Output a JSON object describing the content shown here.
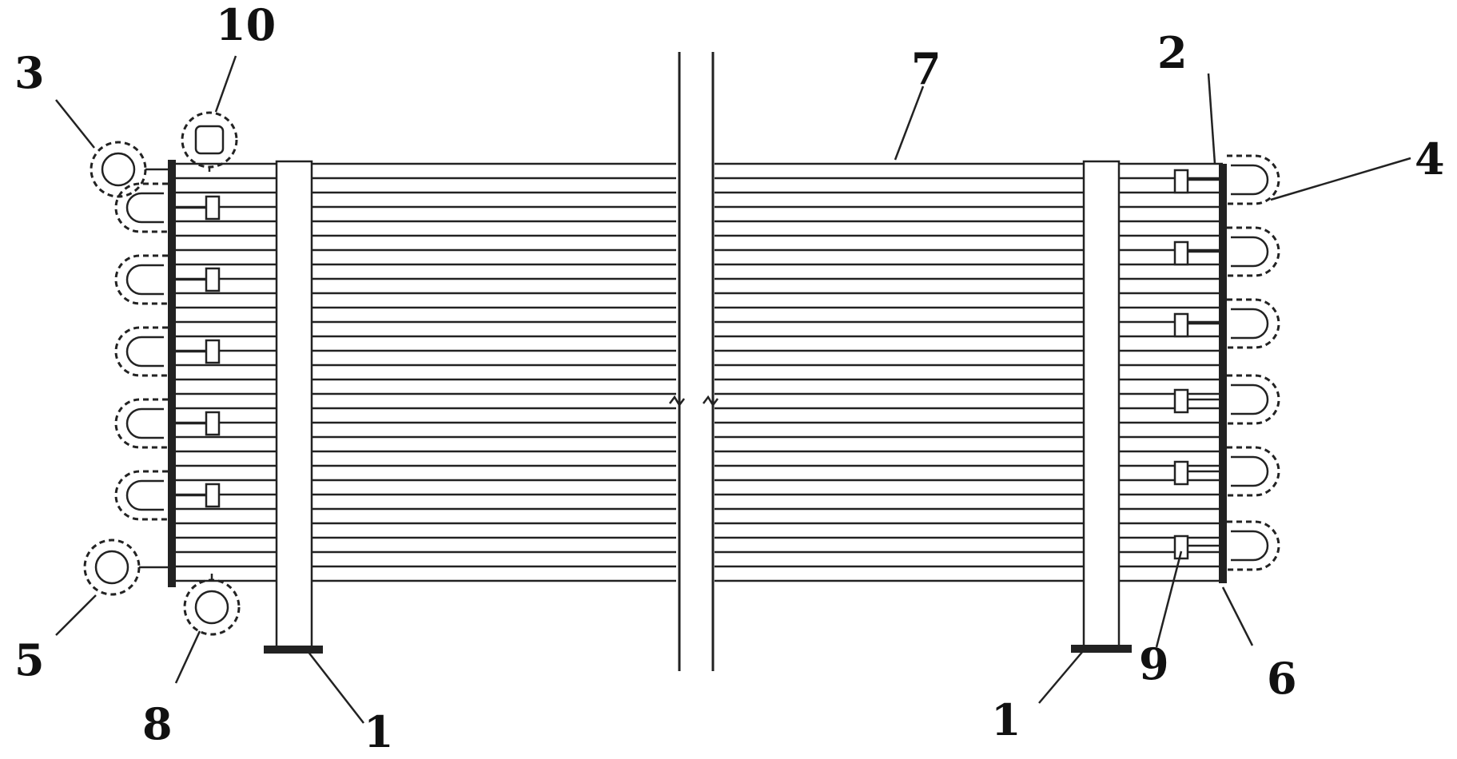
{
  "labels": {
    "support_left": "1",
    "support_right": "1",
    "tube_plate": "2",
    "inlet_flange": "3",
    "return_bend": "4",
    "outlet_flange": "5",
    "plate_right": "6",
    "tube": "7",
    "bottom_flange": "8",
    "connector": "9",
    "top_flange": "10"
  }
}
